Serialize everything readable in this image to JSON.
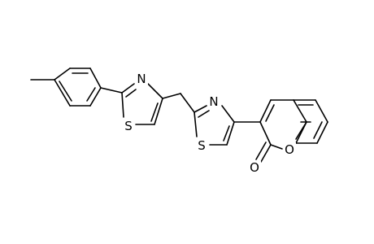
{
  "molecule": {
    "bond_color": "#000000",
    "atom_labels": [
      {
        "id": "n-thiazole-left",
        "text": "N"
      },
      {
        "id": "s-thiazole-left",
        "text": "S"
      },
      {
        "id": "n-thiazole-right",
        "text": "N"
      },
      {
        "id": "s-thiazole-right",
        "text": "S"
      },
      {
        "id": "o-ring",
        "text": "O"
      },
      {
        "id": "o-carbonyl",
        "text": "O"
      }
    ]
  }
}
